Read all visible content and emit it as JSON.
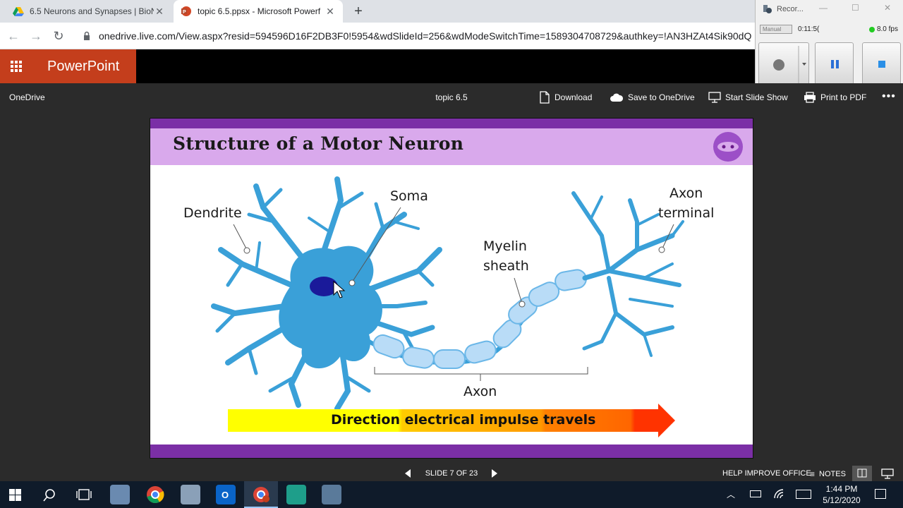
{
  "browser": {
    "tabs": [
      {
        "title": "6.5 Neurons and Synapses | BioN",
        "icon": "google-drive-icon",
        "active": false
      },
      {
        "title": "topic 6.5.ppsx - Microsoft Powerf",
        "icon": "powerpoint-icon",
        "active": true
      }
    ],
    "url": "onedrive.live.com/View.aspx?resid=594596D16F2DB3F0!5954&wdSlideId=256&wdModeSwitchTime=1589304708729&authkey=!AN3HZAt4Sik90dQ"
  },
  "recorder": {
    "title": "Recor...",
    "mode_label": "Manual",
    "elapsed": "0:11:5(",
    "fps": "8.0 fps"
  },
  "office": {
    "app_name": "PowerPoint",
    "breadcrumb": "OneDrive",
    "doc_title": "topic 6.5",
    "commands": {
      "download": "Download",
      "save": "Save to OneDrive",
      "slideshow": "Start Slide Show",
      "print": "Print to PDF"
    }
  },
  "slide": {
    "title": "Structure of a Motor Neuron",
    "labels": {
      "dendrite": "Dendrite",
      "soma": "Soma",
      "axon_terminal_1": "Axon",
      "axon_terminal_2": "terminal",
      "myelin_1": "Myelin",
      "myelin_2": "sheath",
      "axon": "Axon"
    },
    "arrow_text": "Direction electrical impulse travels",
    "colors": {
      "header_bar": "#7b2fa6",
      "header_band": "#d9a9ec",
      "neuron": "#3aa0d8",
      "nucleus": "#1a1a9a",
      "myelin": "#b9dcf7"
    }
  },
  "status": {
    "slide_counter": "SLIDE 7 OF 23",
    "help": "HELP IMPROVE OFFICE",
    "notes": "NOTES"
  },
  "taskbar": {
    "time": "1:44 PM",
    "date": "5/12/2020"
  }
}
